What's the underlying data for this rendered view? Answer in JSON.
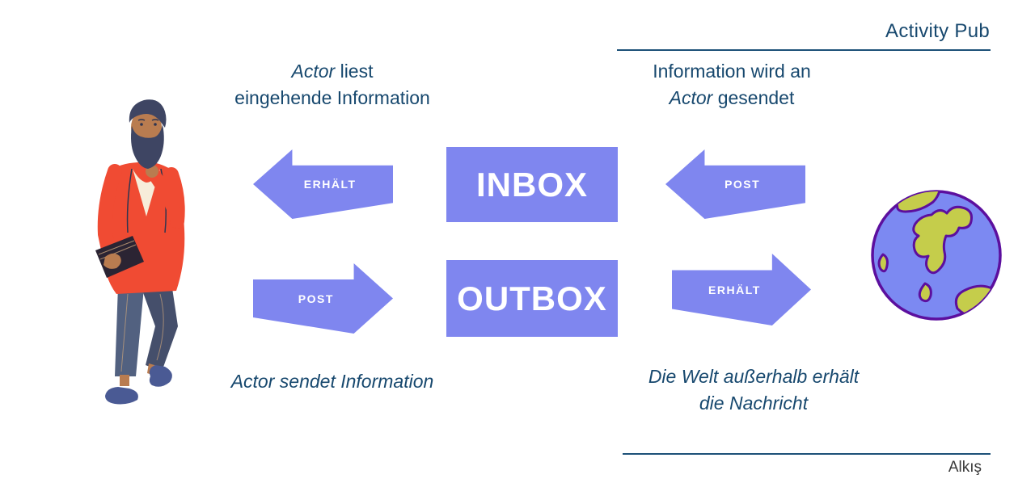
{
  "header": {
    "title": "Activity Pub"
  },
  "footer": {
    "credit": "Alkış"
  },
  "captions": {
    "inbox_left": {
      "italic": "Actor",
      "rest": " liest",
      "line2": "eingehende Information"
    },
    "inbox_right": {
      "line1": "Information wird an",
      "italic": "Actor",
      "rest": " gesendet"
    },
    "outbox_left": {
      "text": "Actor sendet Information"
    },
    "outbox_right": {
      "line1": "Die Welt außerhalb erhält",
      "line2": "die Nachricht"
    }
  },
  "boxes": {
    "inbox": "INBOX",
    "outbox": "OUTBOX"
  },
  "arrows": [
    {
      "label": "ERHÄLT",
      "direction": "left",
      "row": "inbox",
      "side": "left"
    },
    {
      "label": "POST",
      "direction": "left",
      "row": "inbox",
      "side": "right"
    },
    {
      "label": "POST",
      "direction": "right",
      "row": "outbox",
      "side": "left"
    },
    {
      "label": "ERHÄLT",
      "direction": "right",
      "row": "outbox",
      "side": "right"
    }
  ],
  "illustrations": {
    "person": "man-in-red-jacket-illustration",
    "globe": "globe-illustration"
  },
  "colors": {
    "accent": "#7F86EF",
    "heading_text": "#17486E",
    "box_text": "#FFFFFF",
    "globe_outline": "#5C0F9E",
    "globe_sea": "#7C89F2",
    "globe_land": "#C5CD4B",
    "credit_text": "#3A3A3A"
  }
}
